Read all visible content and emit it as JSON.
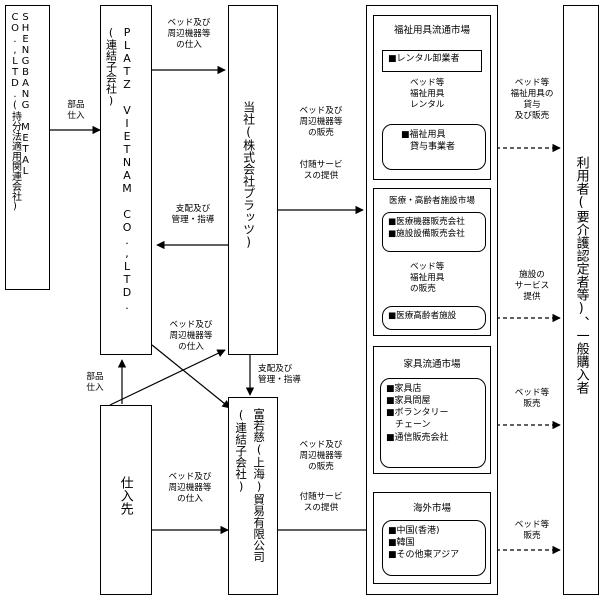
{
  "entities": {
    "shengbang": "SHENGBANG METAL\nCO.,LTD.(持分法適用関連会社)",
    "platz_vietnam": "PLATZ VIETNAM CO.,LTD.",
    "platz_vietnam_sub": "(連結子会社)",
    "company": "当社(株式会社プラッツ)",
    "shanghai": "富若慈(上海)貿易有限公司",
    "shanghai_sub": "(連結子会社)",
    "supplier": "仕入先",
    "users": "利用者(要介護認定者等)、一般購入者"
  },
  "flow_labels": {
    "parts_supply_1": "部品\n仕入",
    "beds_supply_vn": "ベッド及び\n周辺機器等\nの仕入",
    "control_guide_1": "支配及び\n管理・指導",
    "beds_supply_cross": "ベッド及び\n周辺機器等\nの仕入",
    "parts_supply_2": "部品\n仕入",
    "control_guide_2": "支配及び\n管理・指導",
    "beds_supply_supplier": "ベッド及び\n周辺機器等\nの仕入",
    "company_sales": "ベッド及び\n周辺機器等\nの販売",
    "company_service": "付随サービ\nスの提供",
    "shanghai_sales": "ベッド及び\n周辺機器等\nの販売",
    "shanghai_service": "付随サービ\nスの提供"
  },
  "markets": [
    {
      "title": "福祉用具流通市場",
      "box1": "■レンタル卸業者",
      "inner_label": "ベッド等\n福祉用具\nレンタル",
      "box2": "■福祉用具\n　貸与事業者",
      "out_label": "ベッド等\n福祉用具の\n貸与\n及び販売"
    },
    {
      "title": "医療・高齢者施設市場",
      "box1": "■医療機器販売会社\n■施設設備販売会社",
      "inner_label": "ベッド等\n福祉用具\nの販売",
      "box2": "■医療高齢者施設",
      "out_label": "施設の\nサービス\n提供"
    },
    {
      "title": "家具流通市場",
      "box1": "■家具店\n■家具問屋\n■ボランタリー\n　チェーン\n■通信販売会社",
      "out_label": "ベッド等\n販売"
    },
    {
      "title": "海外市場",
      "box1": "■中国(香港)\n■韓国\n■その他東アジア",
      "out_label": "ベッド等\n販売"
    }
  ]
}
